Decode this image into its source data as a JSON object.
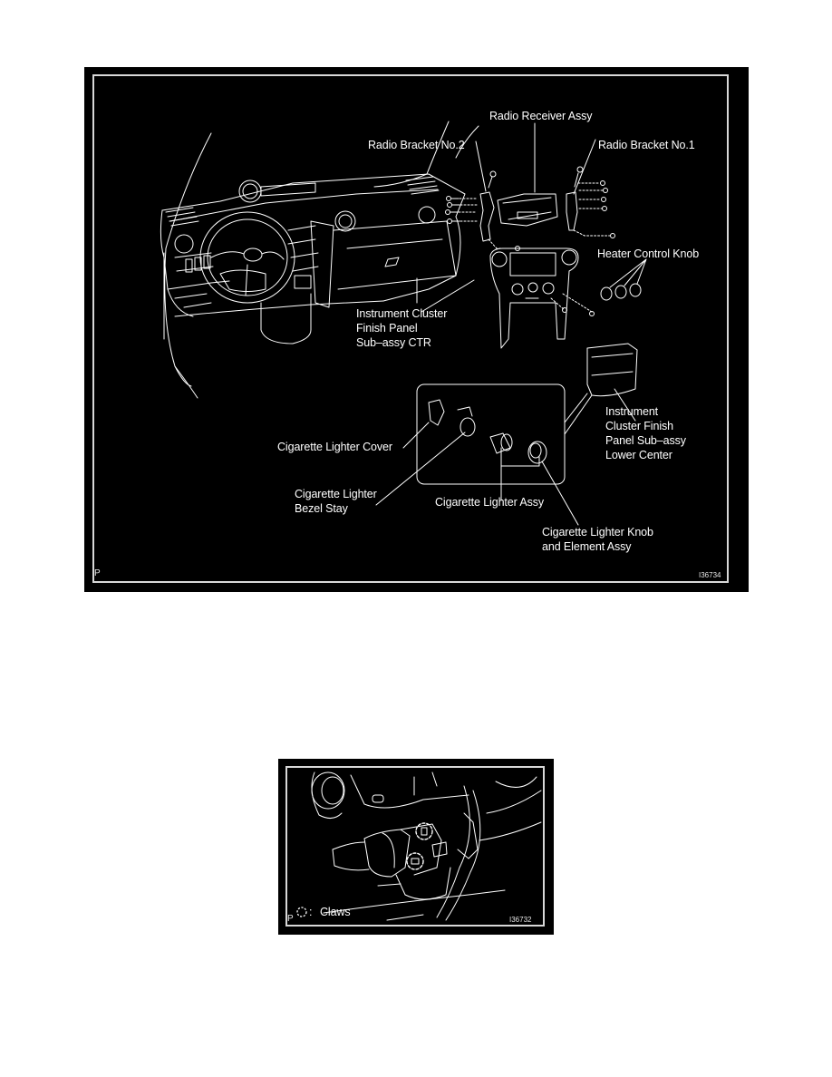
{
  "figure1": {
    "id_code": "I36734",
    "corner_mark": "P",
    "labels": {
      "radio_receiver": "Radio Receiver Assy",
      "radio_bracket_2": "Radio Bracket No.2",
      "radio_bracket_1": "Radio Bracket No.1",
      "heater_knob": "Heater Control Knob",
      "cluster_ctr": [
        "Instrument Cluster",
        "Finish Panel",
        "Sub–assy CTR"
      ],
      "cluster_lower": [
        "Instrument",
        "Cluster Finish",
        "Panel Sub–assy",
        "Lower Center"
      ],
      "lighter_cover": "Cigarette Lighter Cover",
      "bezel_stay": [
        "Cigarette Lighter",
        "Bezel Stay"
      ],
      "lighter_assy": "Cigarette Lighter Assy",
      "knob_element": [
        "Cigarette Lighter Knob",
        "and Element Assy"
      ]
    }
  },
  "figure2": {
    "id_code": "I36732",
    "corner_mark": "P",
    "legend": {
      "symbol": "dashed-circle",
      "label": "Claws"
    }
  },
  "colors": {
    "figure_bg": "#000000",
    "line_art": "#ffffff",
    "page_bg": "#ffffff"
  }
}
